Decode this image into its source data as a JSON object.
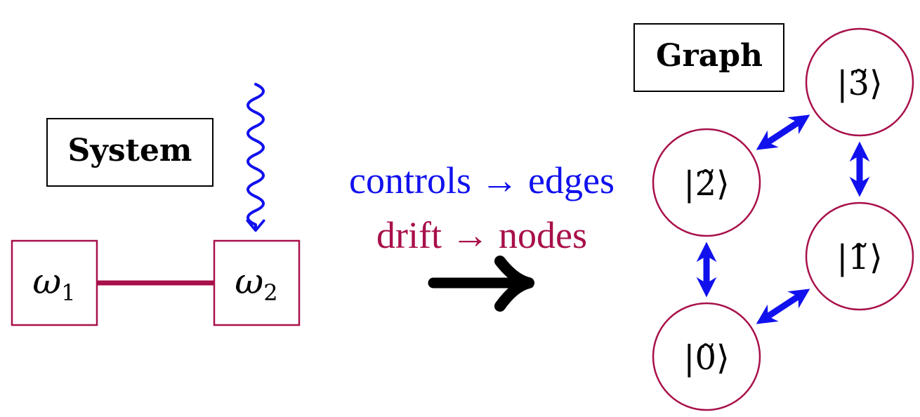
{
  "system": {
    "title": "System",
    "mode1": {
      "symbol": "ω",
      "subscript": "1"
    },
    "mode2": {
      "symbol": "ω",
      "subscript": "2"
    }
  },
  "mapping": {
    "line1": {
      "left": "controls",
      "arrow": "→",
      "right": "edges"
    },
    "line2": {
      "left": "drift",
      "arrow": "→",
      "right": "nodes"
    }
  },
  "graph": {
    "title": "Graph",
    "nodes": [
      {
        "id": "3",
        "ket": "|3̃⟩"
      },
      {
        "id": "2",
        "ket": "|2̃⟩"
      },
      {
        "id": "1",
        "ket": "|1̃⟩"
      },
      {
        "id": "0",
        "ket": "|0̃⟩"
      }
    ],
    "edges": [
      {
        "from": "2",
        "to": "3"
      },
      {
        "from": "3",
        "to": "1"
      },
      {
        "from": "2",
        "to": "0"
      },
      {
        "from": "0",
        "to": "1"
      }
    ]
  },
  "colors": {
    "control": "#1111ee",
    "drift": "#a8104a",
    "ink": "#000000"
  }
}
